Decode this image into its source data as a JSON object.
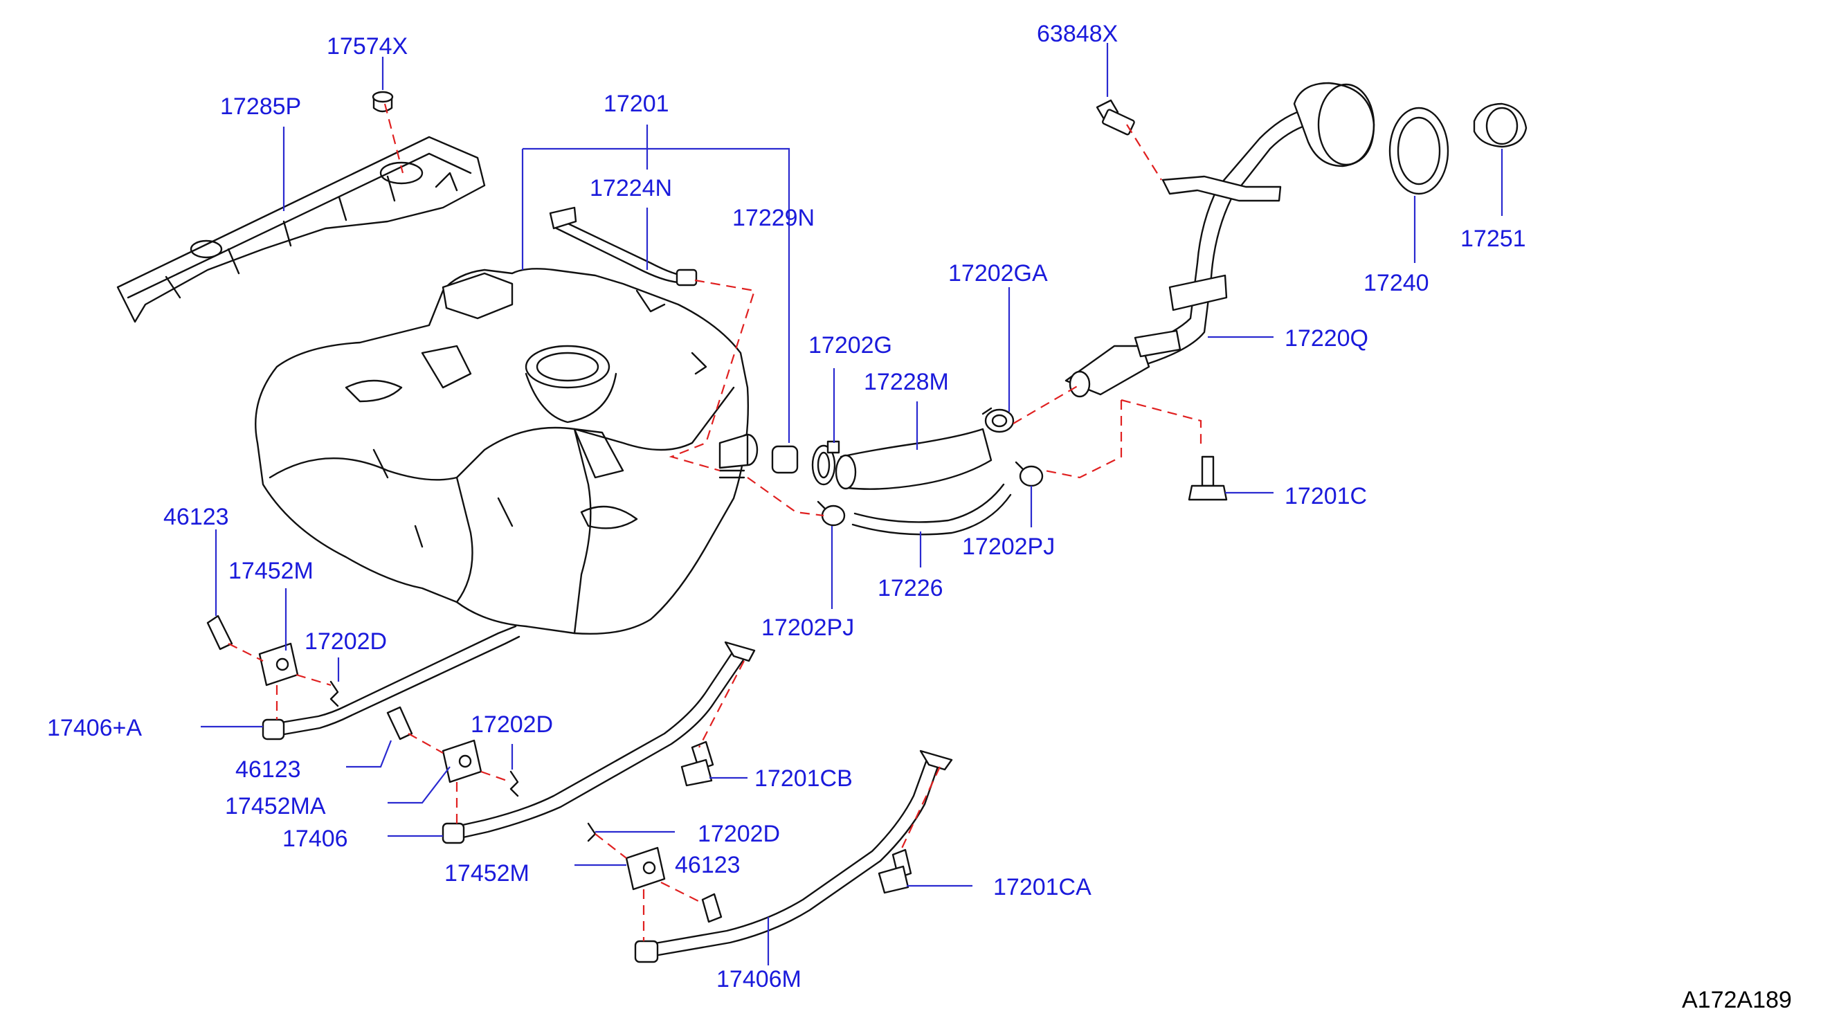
{
  "diagram": {
    "code": "A172A189",
    "callouts": {
      "c17574X": "17574X",
      "c17285P": "17285P",
      "c17201": "17201",
      "c17224N": "17224N",
      "c17229N": "17229N",
      "c63848X": "63848X",
      "c17240": "17240",
      "c17251": "17251",
      "c17202GA": "17202GA",
      "c17220Q": "17220Q",
      "c17202G": "17202G",
      "c17228M": "17228M",
      "c17201C": "17201C",
      "c17202PJ_a": "17202PJ",
      "c17226": "17226",
      "c17202PJ_b": "17202PJ",
      "c46123_a": "46123",
      "c17452M_a": "17452M",
      "c17202D_a": "17202D",
      "c17406A": "17406+A",
      "c46123_b": "46123",
      "c17202D_b": "17202D",
      "c17201CB": "17201CB",
      "c17452MA": "17452MA",
      "c17406": "17406",
      "c17202D_c": "17202D",
      "c46123_c": "46123",
      "c17452M_b": "17452M",
      "c17201CA": "17201CA",
      "c17406M": "17406M"
    },
    "colors": {
      "callout": "#1a1adb",
      "leader": "#2a2ad0",
      "dashed": "#e02020",
      "linework": "#111111"
    }
  }
}
